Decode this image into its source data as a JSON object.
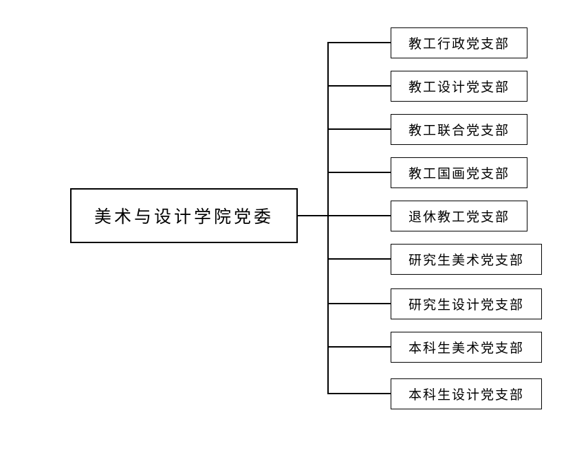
{
  "diagram": {
    "type": "org-chart",
    "colors": {
      "background": "#ffffff",
      "line": "#000000",
      "text": "#000000"
    },
    "root": {
      "label": "美术与设计学院党委"
    },
    "branches": [
      {
        "label": "教工行政党支部"
      },
      {
        "label": "教工设计党支部"
      },
      {
        "label": "教工联合党支部"
      },
      {
        "label": "教工国画党支部"
      },
      {
        "label": "退休教工党支部"
      },
      {
        "label": "研究生美术党支部"
      },
      {
        "label": "研究生设计党支部"
      },
      {
        "label": "本科生美术党支部"
      },
      {
        "label": "本科生设计党支部"
      }
    ]
  }
}
